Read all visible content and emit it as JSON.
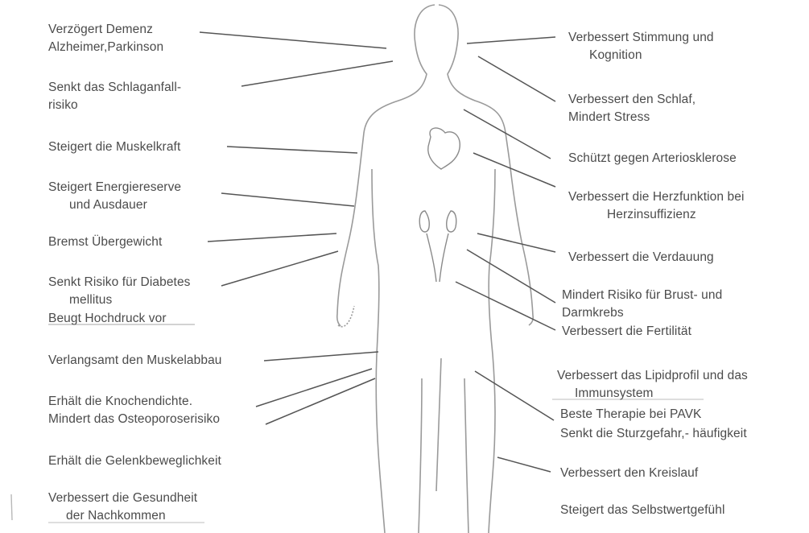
{
  "left_labels": [
    {
      "id": "demenz",
      "lines": [
        "Verzögert Demenz",
        "Alzheimer,Parkinson"
      ]
    },
    {
      "id": "schlaganfall",
      "lines": [
        "Senkt das Schlaganfall-",
        "risiko"
      ]
    },
    {
      "id": "muskelkraft",
      "lines": [
        "Steigert die Muskelkraft"
      ]
    },
    {
      "id": "energie",
      "lines": [
        "Steigert Energiereserve",
        "und Ausdauer"
      ]
    },
    {
      "id": "uebergewicht",
      "lines": [
        "Bremst Übergewicht"
      ]
    },
    {
      "id": "diabetes",
      "lines": [
        "Senkt Risiko für Diabetes",
        "mellitus"
      ]
    },
    {
      "id": "hochdruck",
      "lines": [
        "Beugt Hochdruck vor"
      ]
    },
    {
      "id": "muskelabbau",
      "lines": [
        "Verlangsamt den Muskelabbau"
      ]
    },
    {
      "id": "knochendichte",
      "lines": [
        "Erhält die Knochendichte.",
        "Mindert das Osteoporoserisiko"
      ]
    },
    {
      "id": "gelenk",
      "lines": [
        "Erhält die Gelenkbeweglichkeit"
      ]
    },
    {
      "id": "nachkommen",
      "lines": [
        "Verbessert die Gesundheit",
        "der  Nachkommen"
      ]
    }
  ],
  "right_labels": [
    {
      "id": "stimmung",
      "lines": [
        "Verbessert Stimmung und",
        "Kognition"
      ]
    },
    {
      "id": "schlaf",
      "lines": [
        "Verbessert den Schlaf,",
        "Mindert Stress"
      ]
    },
    {
      "id": "arteriosklerose",
      "lines": [
        "Schützt gegen Arteriosklerose"
      ]
    },
    {
      "id": "herz",
      "lines": [
        "Verbessert die Herzfunktion bei",
        "Herzinsuffizienz"
      ]
    },
    {
      "id": "verdauung",
      "lines": [
        "Verbessert die Verdauung"
      ]
    },
    {
      "id": "krebs",
      "lines": [
        "Mindert Risiko für Brust- und",
        "Darmkrebs"
      ]
    },
    {
      "id": "fertilitaet",
      "lines": [
        "Verbessert die Fertilität"
      ]
    },
    {
      "id": "lipid",
      "lines": [
        "Verbessert das Lipidprofil und das",
        "Immunsystem"
      ]
    },
    {
      "id": "pavk",
      "lines": [
        "Beste Therapie bei PAVK"
      ]
    },
    {
      "id": "sturz",
      "lines": [
        "Senkt die Sturzgefahr,- häufigkeit"
      ]
    },
    {
      "id": "kreislauf",
      "lines": [
        "Verbessert den Kreislauf"
      ]
    },
    {
      "id": "selbstwert",
      "lines": [
        "Steigert das Selbstwertgefühl"
      ]
    }
  ],
  "colors": {
    "text": "#4b4b4b",
    "outline": "#9a9a9a",
    "connector": "#555555"
  }
}
